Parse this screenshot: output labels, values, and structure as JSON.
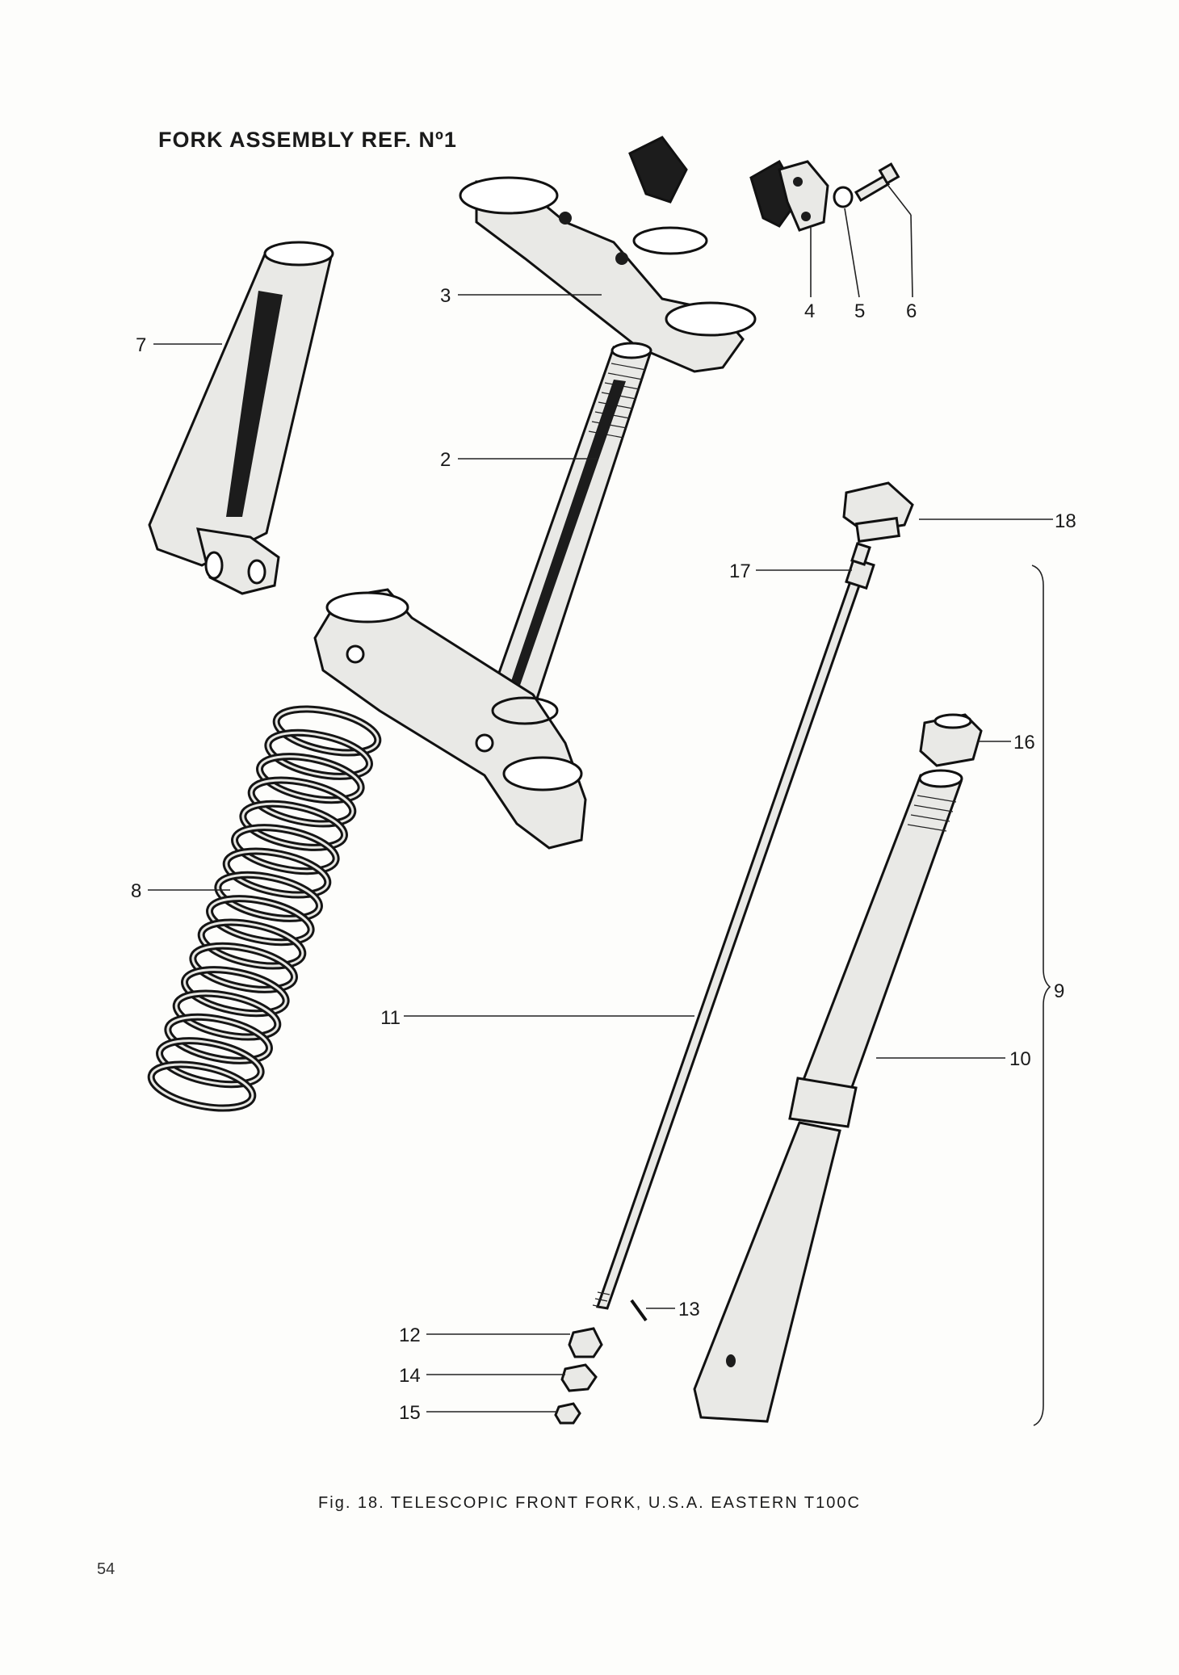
{
  "title": "FORK ASSEMBLY REF. Nº1",
  "caption": "Fig. 18.  TELESCOPIC FRONT FORK, U.S.A. EASTERN T100C",
  "page_number": "54",
  "callouts": {
    "c2": "2",
    "c3": "3",
    "c4": "4",
    "c5": "5",
    "c6": "6",
    "c7": "7",
    "c8": "8",
    "c9": "9",
    "c10": "10",
    "c11": "11",
    "c12": "12",
    "c13": "13",
    "c14": "14",
    "c15": "15",
    "c16": "16",
    "c17": "17",
    "c18": "18"
  }
}
